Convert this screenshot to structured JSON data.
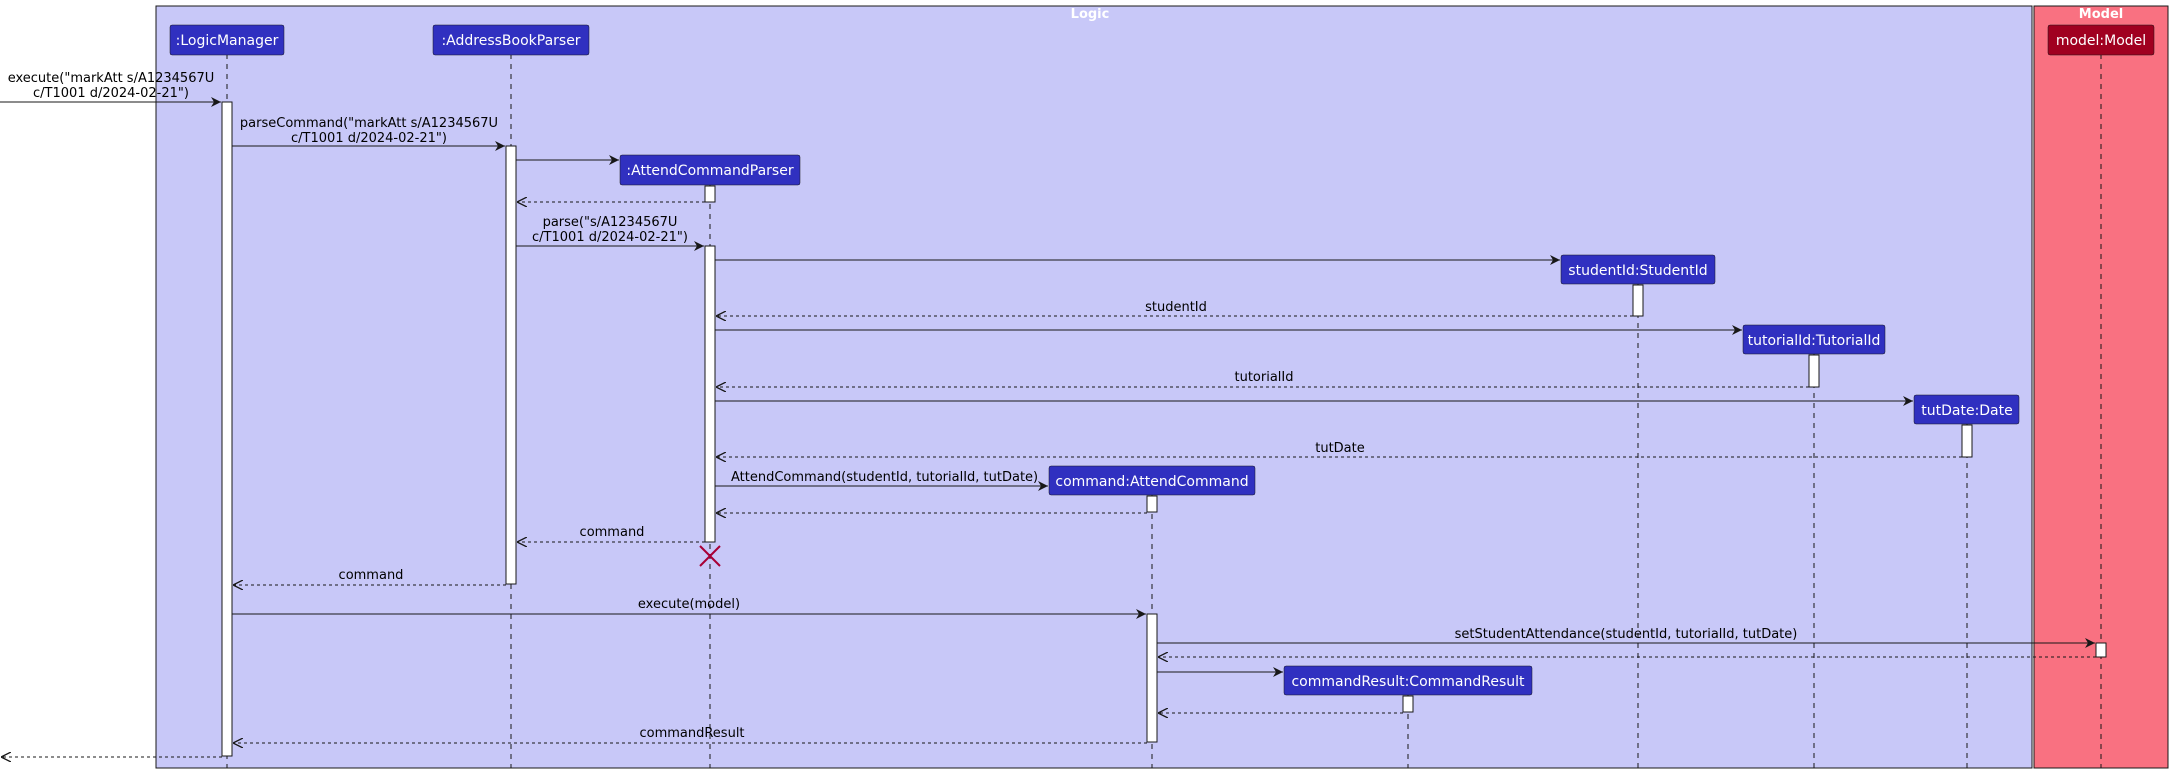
{
  "boxes": {
    "logic": {
      "title": "Logic",
      "color": "#C8C8F8",
      "header_color": "#C8C8F8"
    },
    "model": {
      "title": "Model",
      "color": "#F97181",
      "header_color": "#F97181"
    }
  },
  "participants": {
    "logic_manager": ":LogicManager",
    "parser": ":AddressBookParser",
    "attend_parser": ":AttendCommandParser",
    "student_id": "studentId:StudentId",
    "tutorial_id": "tutorialId:TutorialId",
    "tut_date": "tutDate:Date",
    "command": "command:AttendCommand",
    "command_result": "commandResult:CommandResult",
    "model": "model:Model"
  },
  "messages": {
    "execute_line1": "execute(\"markAtt s/A1234567U",
    "execute_line2": "c/T1001 d/2024-02-21\")",
    "parse_command_line1": "parseCommand(\"markAtt s/A1234567U",
    "parse_command_line2": "c/T1001 d/2024-02-21\")",
    "parse_line1": "parse(\"s/A1234567U",
    "parse_line2": "c/T1001 d/2024-02-21\")",
    "student_id_return": "studentId",
    "tutorial_id_return": "tutorialId",
    "tut_date_return": "tutDate",
    "attend_command_create": "AttendCommand(studentId, tutorialId, tutDate)",
    "command_return_parser": "command",
    "command_return_manager": "command",
    "execute_model": "execute(model)",
    "set_attendance": "setStudentAttendance(studentId, tutorialId, tutDate)",
    "command_result_return": "commandResult"
  },
  "colors": {
    "participant_fill": "#3030C0",
    "participant_text": "#FFFFFF",
    "model_participant_fill": "#A00020",
    "destroy_mark": "#A80036",
    "line": "#181818"
  }
}
